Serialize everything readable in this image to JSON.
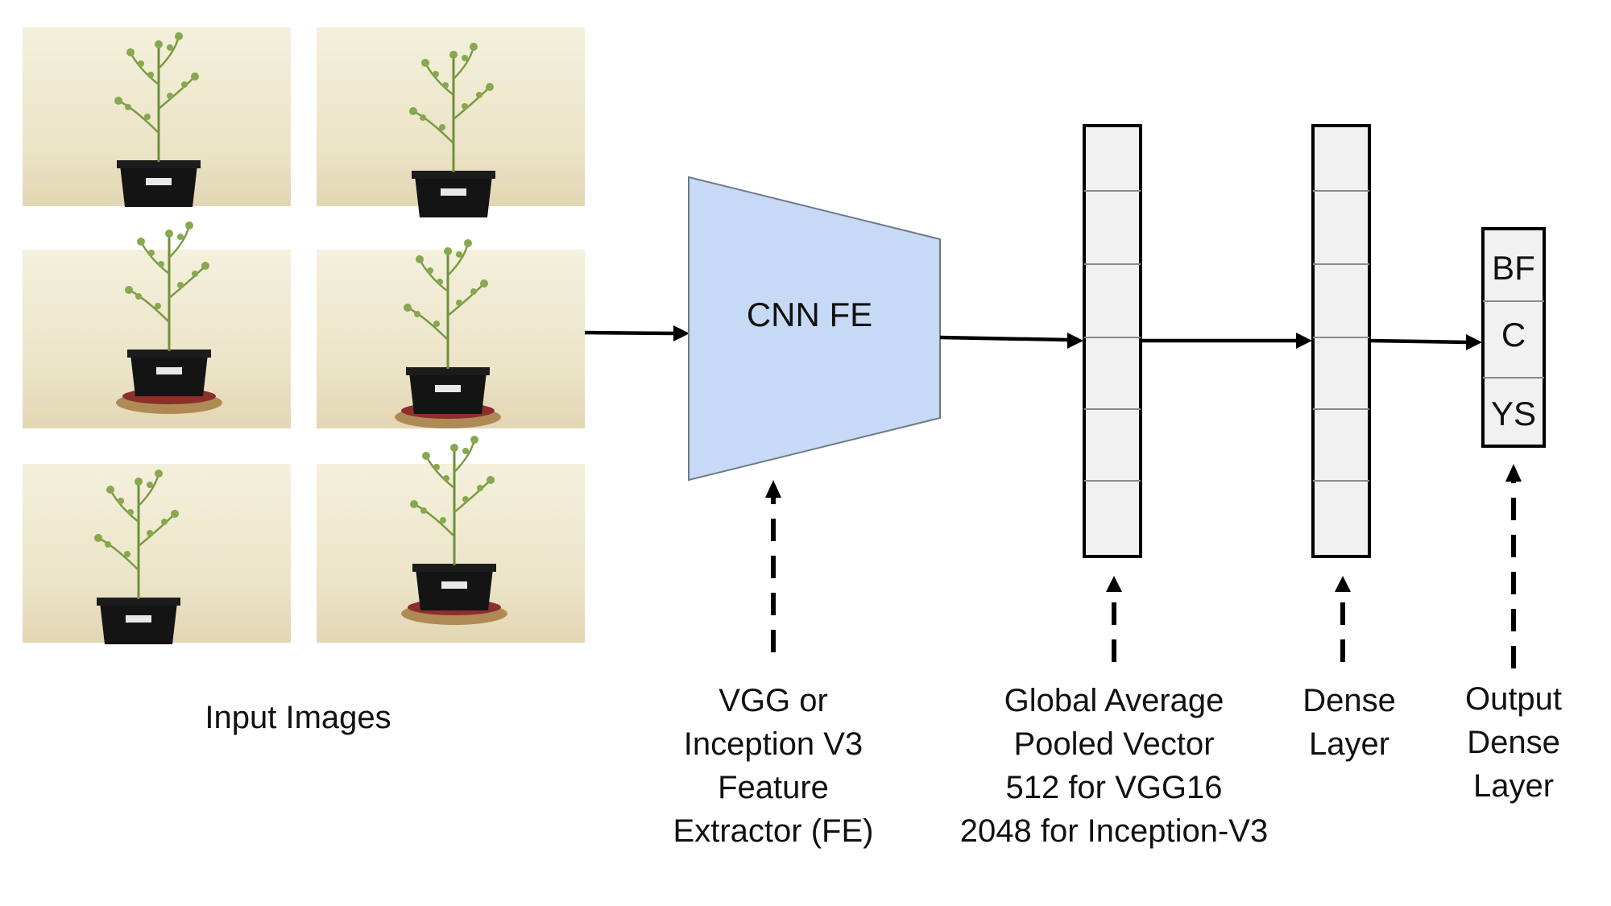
{
  "diagram": {
    "input_caption": "Input Images",
    "cnn_label": "CNN FE",
    "fe_caption": [
      "VGG or",
      "Inception V3",
      "Feature",
      "Extractor (FE)"
    ],
    "gap_caption": [
      "Global Average",
      "Pooled Vector",
      "512 for VGG16",
      "2048 for Inception-V3"
    ],
    "dense_caption": [
      "Dense",
      "Layer"
    ],
    "output_caption": [
      "Output",
      "Dense",
      "Layer"
    ],
    "outputs": [
      "BF",
      "C",
      "YS"
    ]
  },
  "colors": {
    "cnn_fill": "#c6d9f5",
    "cnn_stroke": "#6f7a86",
    "vector_fill": "#f1f1f1",
    "photo_wall": "#ece7cc",
    "plant_green": "#7a9a45",
    "pot": "#141414",
    "stand": "#b08a55"
  }
}
